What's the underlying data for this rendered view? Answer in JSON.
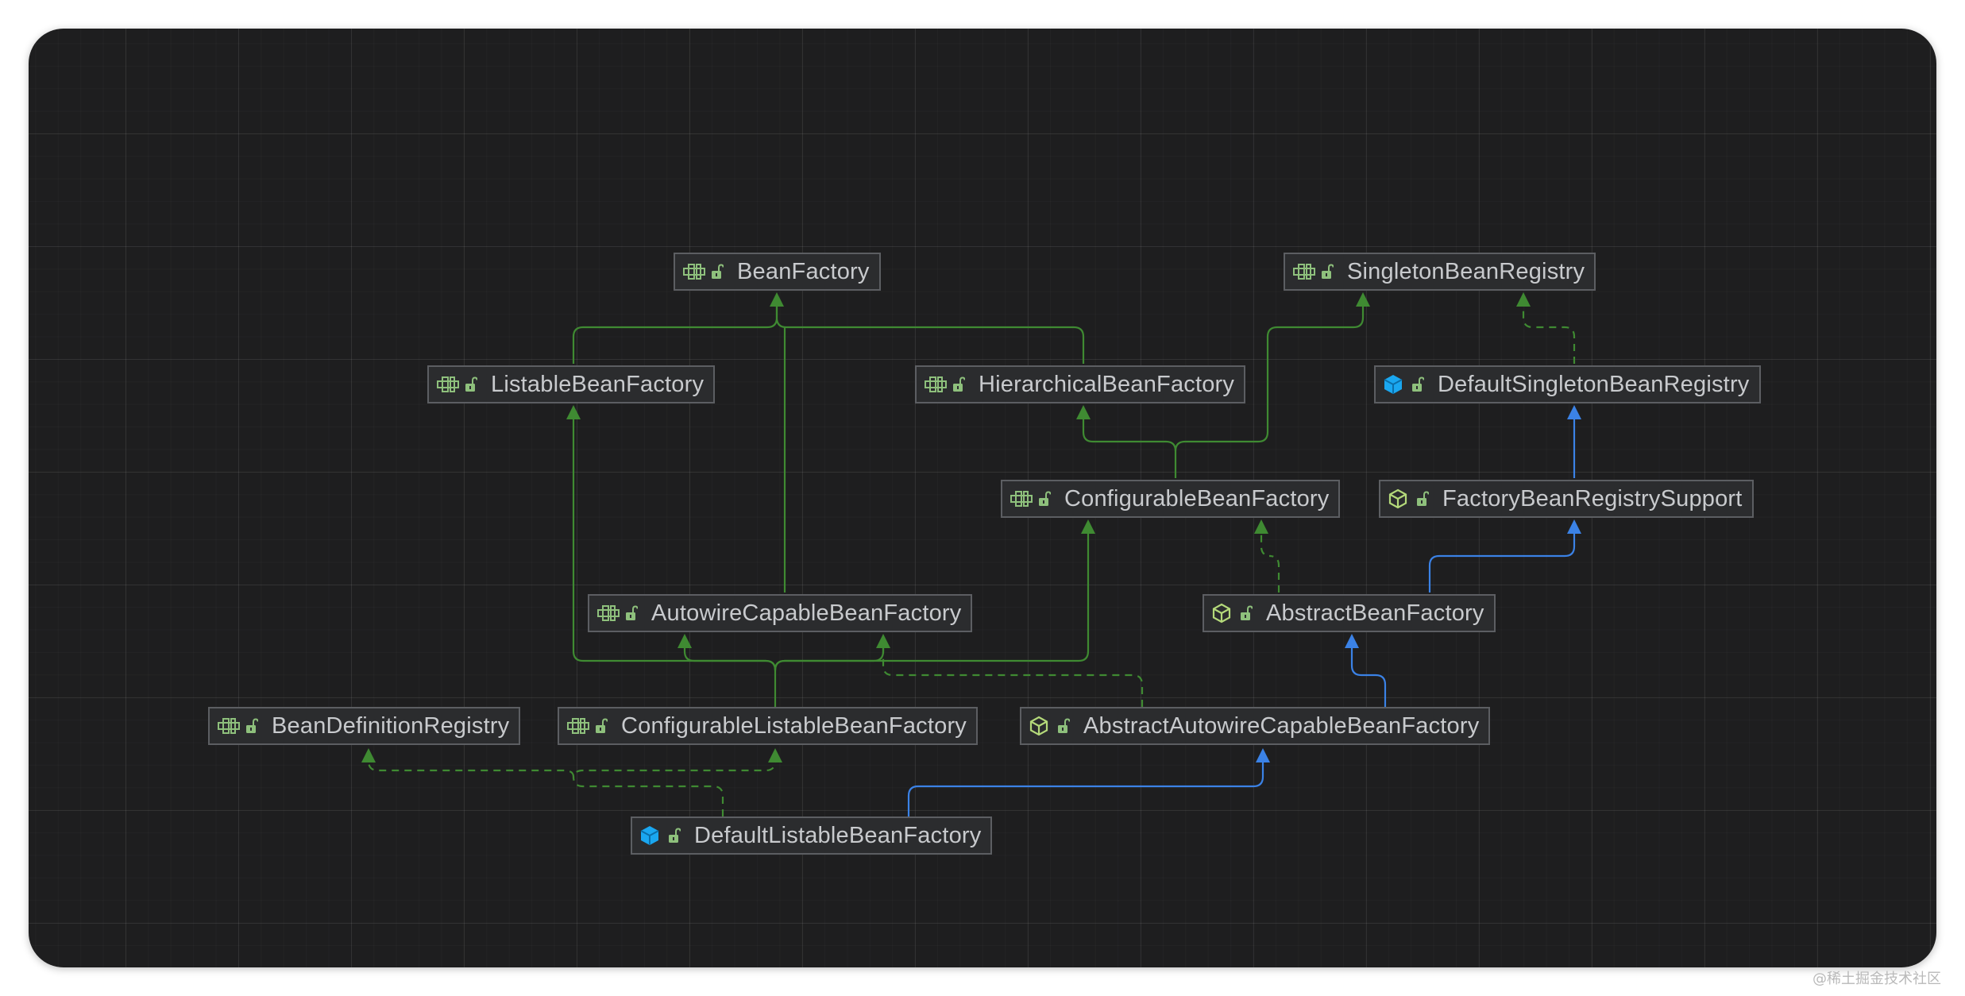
{
  "diagram": {
    "nodes": [
      {
        "id": "BeanFactory",
        "label": "BeanFactory",
        "kind": "interface"
      },
      {
        "id": "SingletonBeanRegistry",
        "label": "SingletonBeanRegistry",
        "kind": "interface"
      },
      {
        "id": "ListableBeanFactory",
        "label": "ListableBeanFactory",
        "kind": "interface"
      },
      {
        "id": "HierarchicalBeanFactory",
        "label": "HierarchicalBeanFactory",
        "kind": "interface"
      },
      {
        "id": "DefaultSingletonBeanRegistry",
        "label": "DefaultSingletonBeanRegistry",
        "kind": "class"
      },
      {
        "id": "ConfigurableBeanFactory",
        "label": "ConfigurableBeanFactory",
        "kind": "interface"
      },
      {
        "id": "FactoryBeanRegistrySupport",
        "label": "FactoryBeanRegistrySupport",
        "kind": "abstract-class"
      },
      {
        "id": "AutowireCapableBeanFactory",
        "label": "AutowireCapableBeanFactory",
        "kind": "interface"
      },
      {
        "id": "AbstractBeanFactory",
        "label": "AbstractBeanFactory",
        "kind": "abstract-class"
      },
      {
        "id": "BeanDefinitionRegistry",
        "label": "BeanDefinitionRegistry",
        "kind": "interface"
      },
      {
        "id": "ConfigurableListableBeanFactory",
        "label": "ConfigurableListableBeanFactory",
        "kind": "interface"
      },
      {
        "id": "AbstractAutowireCapableBeanFactory",
        "label": "AbstractAutowireCapableBeanFactory",
        "kind": "abstract-class"
      },
      {
        "id": "DefaultListableBeanFactory",
        "label": "DefaultListableBeanFactory",
        "kind": "class"
      }
    ],
    "edges": [
      {
        "from": "ListableBeanFactory",
        "to": "BeanFactory",
        "relation": "interface-extends"
      },
      {
        "from": "HierarchicalBeanFactory",
        "to": "BeanFactory",
        "relation": "interface-extends"
      },
      {
        "from": "AutowireCapableBeanFactory",
        "to": "BeanFactory",
        "relation": "interface-extends"
      },
      {
        "from": "ConfigurableBeanFactory",
        "to": "HierarchicalBeanFactory",
        "relation": "interface-extends"
      },
      {
        "from": "ConfigurableBeanFactory",
        "to": "SingletonBeanRegistry",
        "relation": "interface-extends"
      },
      {
        "from": "DefaultSingletonBeanRegistry",
        "to": "SingletonBeanRegistry",
        "relation": "implements"
      },
      {
        "from": "FactoryBeanRegistrySupport",
        "to": "DefaultSingletonBeanRegistry",
        "relation": "class-extends"
      },
      {
        "from": "AbstractBeanFactory",
        "to": "ConfigurableBeanFactory",
        "relation": "implements"
      },
      {
        "from": "AbstractBeanFactory",
        "to": "FactoryBeanRegistrySupport",
        "relation": "class-extends"
      },
      {
        "from": "ConfigurableListableBeanFactory",
        "to": "ListableBeanFactory",
        "relation": "interface-extends"
      },
      {
        "from": "ConfigurableListableBeanFactory",
        "to": "AutowireCapableBeanFactory",
        "relation": "interface-extends"
      },
      {
        "from": "ConfigurableListableBeanFactory",
        "to": "ConfigurableBeanFactory",
        "relation": "interface-extends"
      },
      {
        "from": "AbstractAutowireCapableBeanFactory",
        "to": "AbstractBeanFactory",
        "relation": "class-extends"
      },
      {
        "from": "AbstractAutowireCapableBeanFactory",
        "to": "AutowireCapableBeanFactory",
        "relation": "implements"
      },
      {
        "from": "DefaultListableBeanFactory",
        "to": "ConfigurableListableBeanFactory",
        "relation": "implements"
      },
      {
        "from": "DefaultListableBeanFactory",
        "to": "BeanDefinitionRegistry",
        "relation": "implements"
      },
      {
        "from": "DefaultListableBeanFactory",
        "to": "AbstractAutowireCapableBeanFactory",
        "relation": "class-extends"
      }
    ]
  },
  "colors": {
    "interface_edge": "#3f8a32",
    "class_extends_edge": "#3b82e6",
    "interface_icon": "#8ec07c",
    "class_icon": "#1aa7f0",
    "abstract_icon": "#b4d97a",
    "node_text": "#c8cacd",
    "node_background": "#2b2c2e",
    "node_border": "#5c5e62",
    "canvas": "#1e1e1f"
  },
  "icons": {
    "interface": "interface-icon",
    "class": "class-icon",
    "abstract-class": "abstract-class-icon",
    "visibility": "public-lock-icon"
  },
  "watermark": "@稀土掘金技术社区"
}
